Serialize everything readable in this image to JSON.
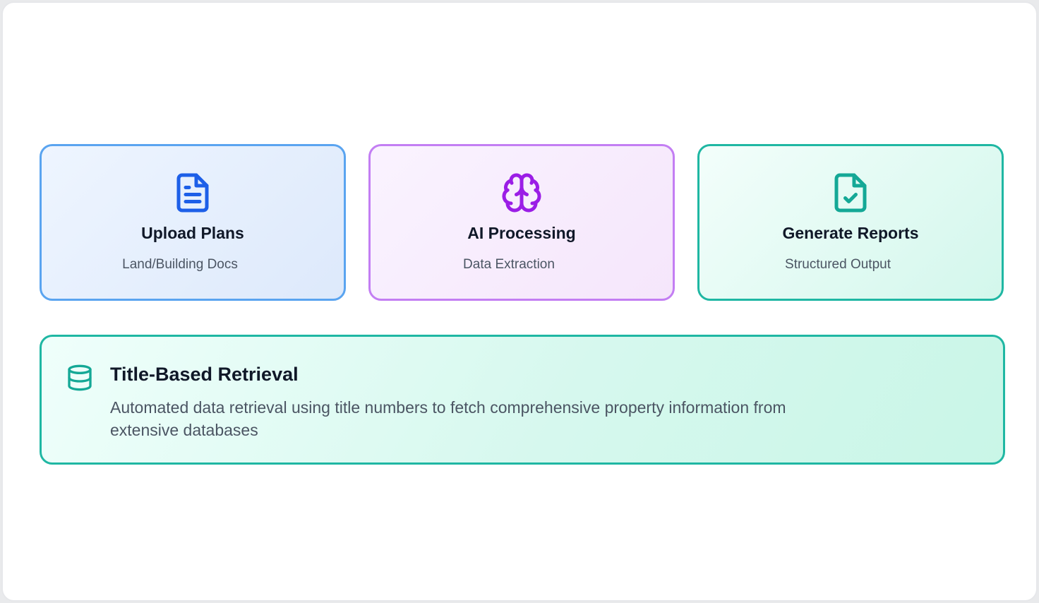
{
  "cards": [
    {
      "icon": "document-icon",
      "title": "Upload Plans",
      "subtitle": "Land/Building Docs",
      "color": "#1d5fe8"
    },
    {
      "icon": "brain-icon",
      "title": "AI Processing",
      "subtitle": "Data Extraction",
      "color": "#9b1de6"
    },
    {
      "icon": "document-check-icon",
      "title": "Generate Reports",
      "subtitle": "Structured Output",
      "color": "#14a896"
    }
  ],
  "retrieval": {
    "icon": "database-icon",
    "title": "Title-Based Retrieval",
    "description": "Automated data retrieval using title numbers to fetch comprehensive property information from extensive databases",
    "color": "#14a896"
  }
}
